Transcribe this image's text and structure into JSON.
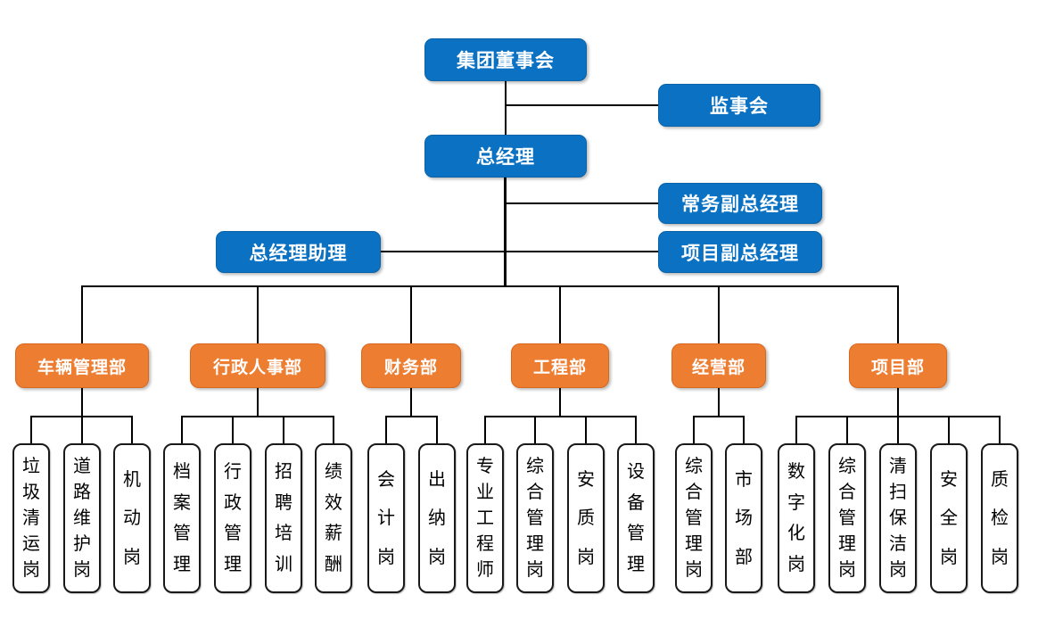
{
  "colors": {
    "executive_box": "#0b72c3",
    "department_box": "#ed7d31",
    "position_box_background": "#ffffff",
    "position_box_border": "#191919",
    "connector": "#000000",
    "box_text": "#ffffff",
    "position_text": "#000000",
    "background": "#ffffff"
  },
  "org": {
    "board": "集团董事会",
    "supervisory": "监事会",
    "general_manager": "总经理",
    "executive_deputy_gm": "常务副总经理",
    "gm_assistant": "总经理助理",
    "project_deputy_gm": "项目副总经理",
    "departments": [
      {
        "label": "车辆管理部",
        "positions": [
          "垃圾清运岗",
          "道路维护岗",
          "机动岗"
        ]
      },
      {
        "label": "行政人事部",
        "positions": [
          "档案管理",
          "行政管理",
          "招聘培训",
          "绩效薪酬"
        ]
      },
      {
        "label": "财务部",
        "positions": [
          "会计岗",
          "出纳岗"
        ]
      },
      {
        "label": "工程部",
        "positions": [
          "专业工程师",
          "综合管理岗",
          "安质岗",
          "设备管理"
        ]
      },
      {
        "label": "经营部",
        "positions": [
          "综合管理岗",
          "市场部"
        ]
      },
      {
        "label": "项目部",
        "positions": [
          "数字化岗",
          "综合管理岗",
          "清扫保洁岗",
          "安全岗",
          "质检岗"
        ]
      }
    ]
  }
}
